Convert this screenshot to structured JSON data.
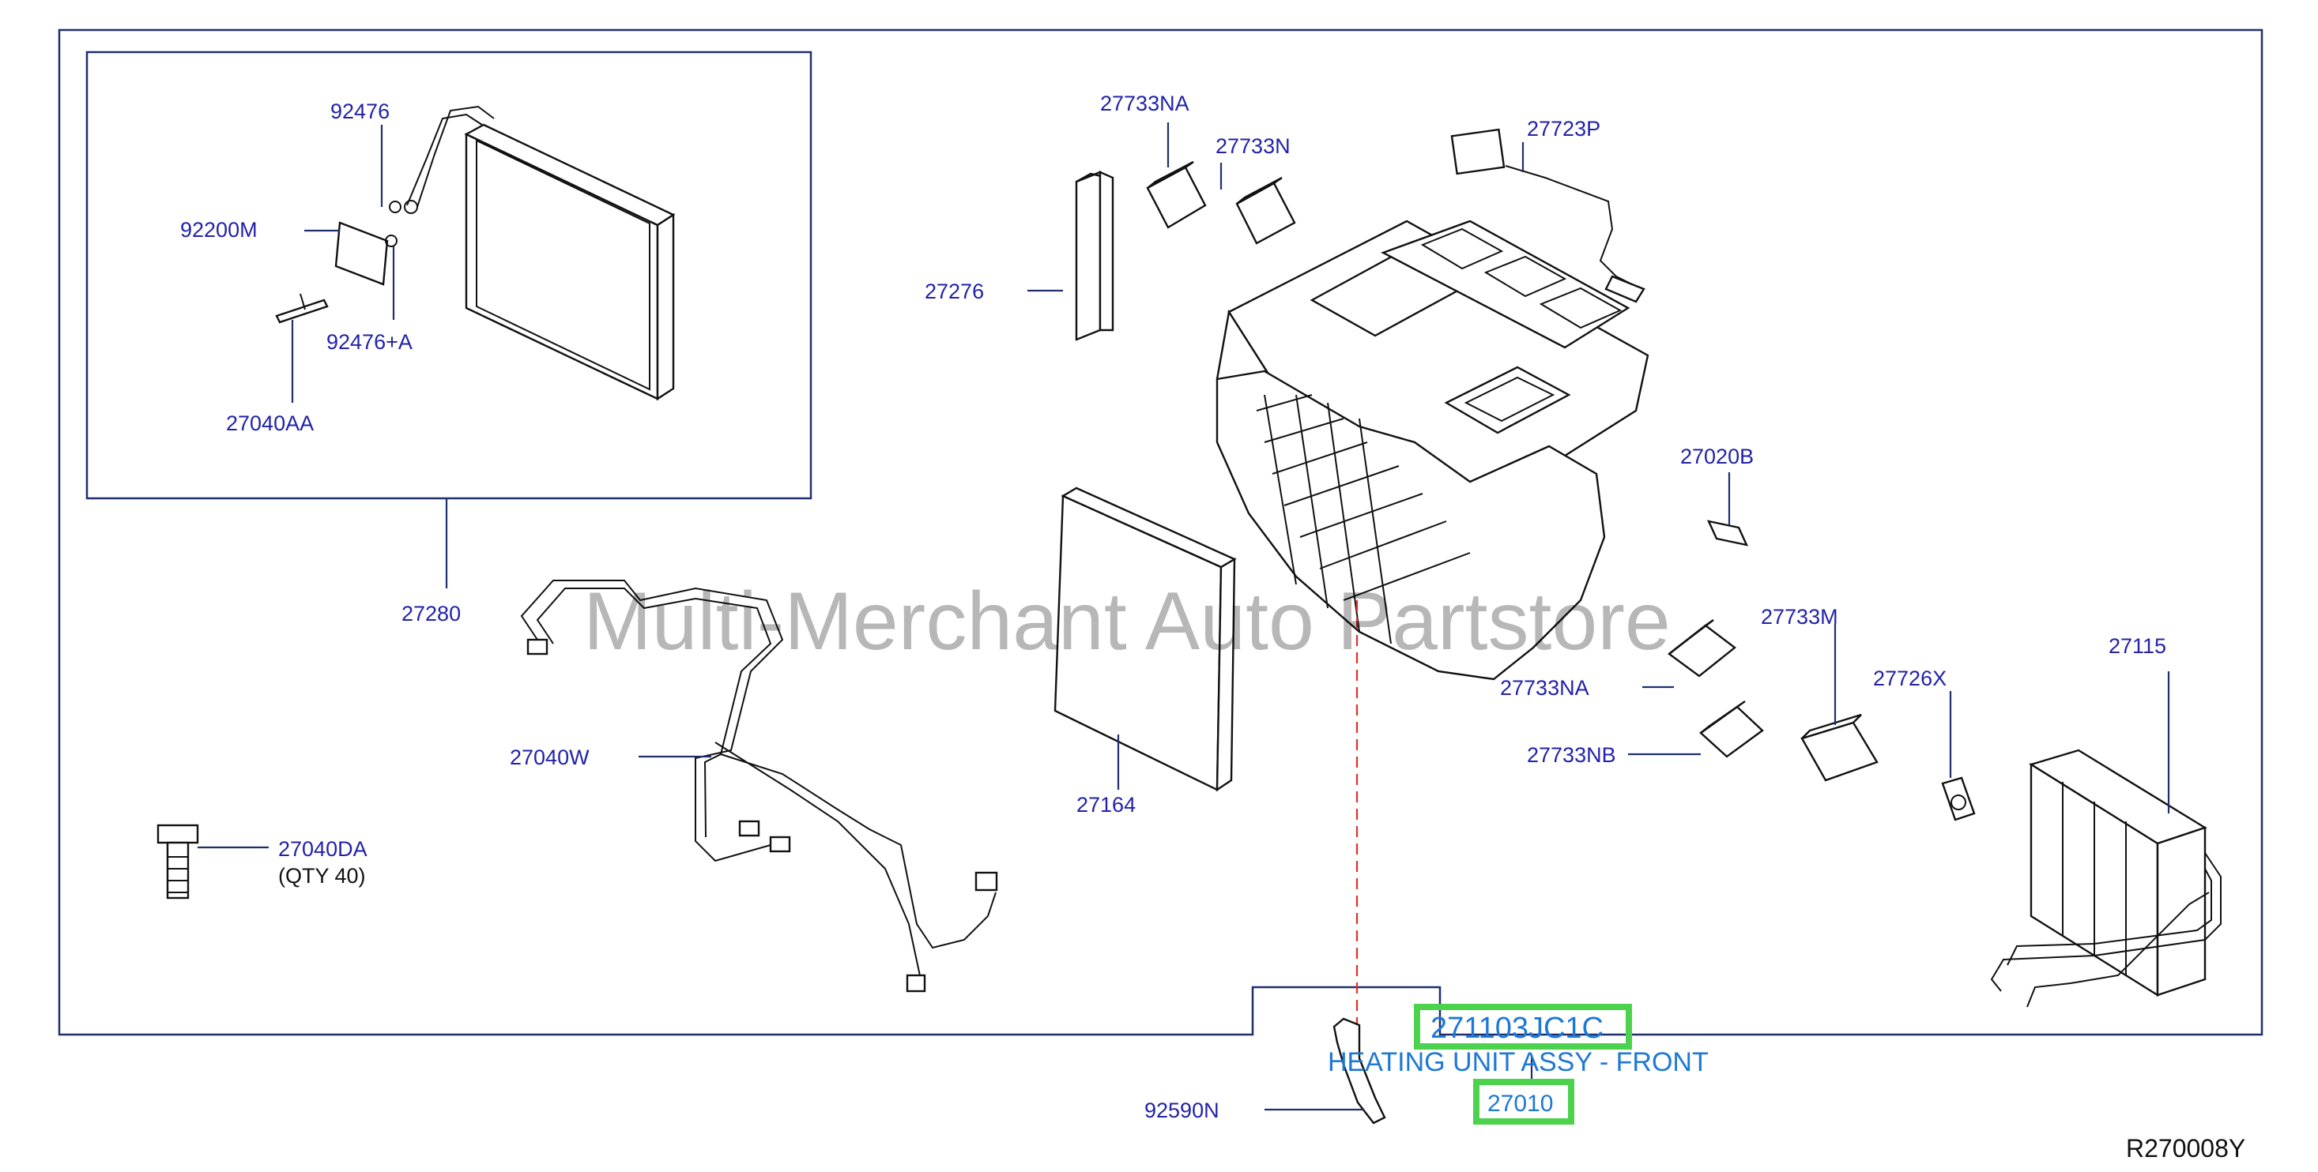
{
  "callouts": {
    "p92476": "92476",
    "p92200M": "92200M",
    "p92476A": "92476+A",
    "p27040AA": "27040AA",
    "p27280": "27280",
    "p27040W": "27040W",
    "p27040DA": "27040DA",
    "qty": "(QTY   40)",
    "p27733NA_top": "27733NA",
    "p27733N": "27733N",
    "p27276": "27276",
    "p27723P": "27723P",
    "p27020B": "27020B",
    "p27733M": "27733M",
    "p27733NA_mid": "27733NA",
    "p27733NB": "27733NB",
    "p27726X": "27726X",
    "p27115": "27115",
    "p27164": "27164",
    "p92590N": "92590N"
  },
  "highlighted": {
    "part_number": "271103JC1C",
    "part_name": "HEATING UNIT ASSY - FRONT",
    "group_number": "27010"
  },
  "diagram_ref": "R270008Y",
  "watermark": "Multi-Merchant Auto Partstore",
  "colors": {
    "callout_text": "#2222aa",
    "highlight_text": "#1e78d6",
    "highlight_box": "#4cd24c",
    "frame_line": "#1f2f6e"
  }
}
